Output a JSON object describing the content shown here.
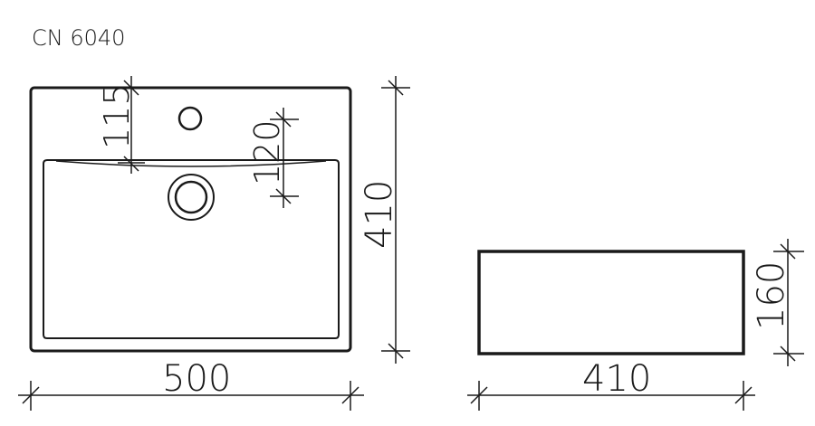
{
  "drawing": {
    "title": "CN 6040",
    "top_view": {
      "width_label": "500",
      "depth_label": "410",
      "tap_hole_offset_label": "115",
      "drain_offset_label": "120"
    },
    "side_view": {
      "width_label": "410",
      "height_label": "160"
    },
    "colors": {
      "line": "#1a1a1a",
      "background": "#ffffff"
    }
  }
}
